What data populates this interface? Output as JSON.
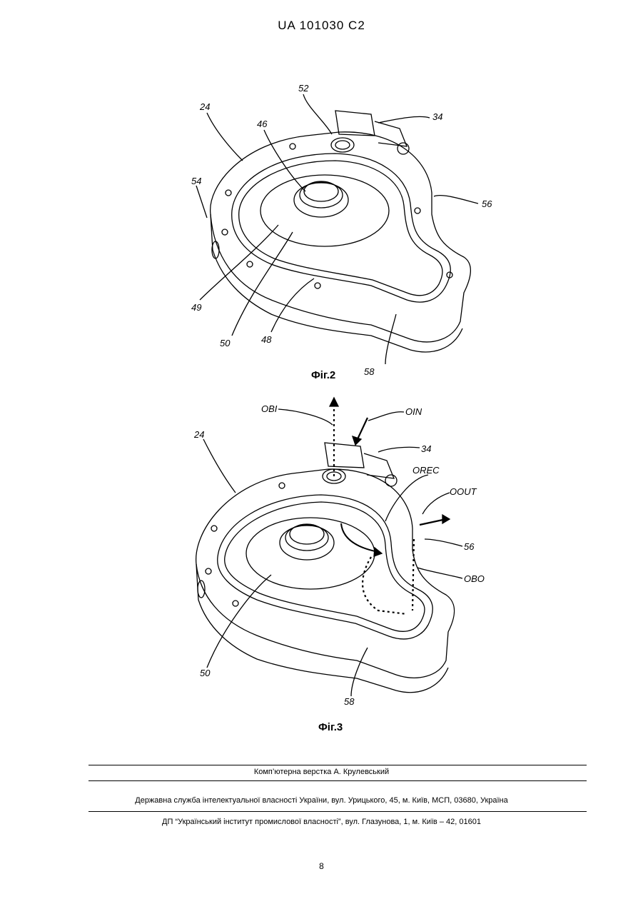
{
  "header": {
    "doc_id": "UA   101030   C2"
  },
  "figures": [
    {
      "caption": "Фіг.2",
      "labels": {
        "l52": "52",
        "l34": "34",
        "l24": "24",
        "l46": "46",
        "l54": "54",
        "l56": "56",
        "l49": "49",
        "l50": "50",
        "l48": "48",
        "l58": "58"
      }
    },
    {
      "caption": "Фіг.3",
      "labels": {
        "lOBI": "OBI",
        "lOIN": "OIN",
        "l24": "24",
        "l34": "34",
        "lOREC": "OREC",
        "lOOUT": "OOUT",
        "l56": "56",
        "lOBO": "OBO",
        "l50": "50",
        "l58": "58"
      }
    }
  ],
  "footer": {
    "layout_credit": "Комп’ютерна верстка А. Крулевський",
    "agency": "Державна служба інтелектуальної власності України, вул. Урицького, 45, м. Київ, МСП, 03680, Україна",
    "institute": "ДП “Український інститут промислової власності”, вул. Глазунова, 1, м. Київ – 42, 01601"
  },
  "page_number": "8"
}
